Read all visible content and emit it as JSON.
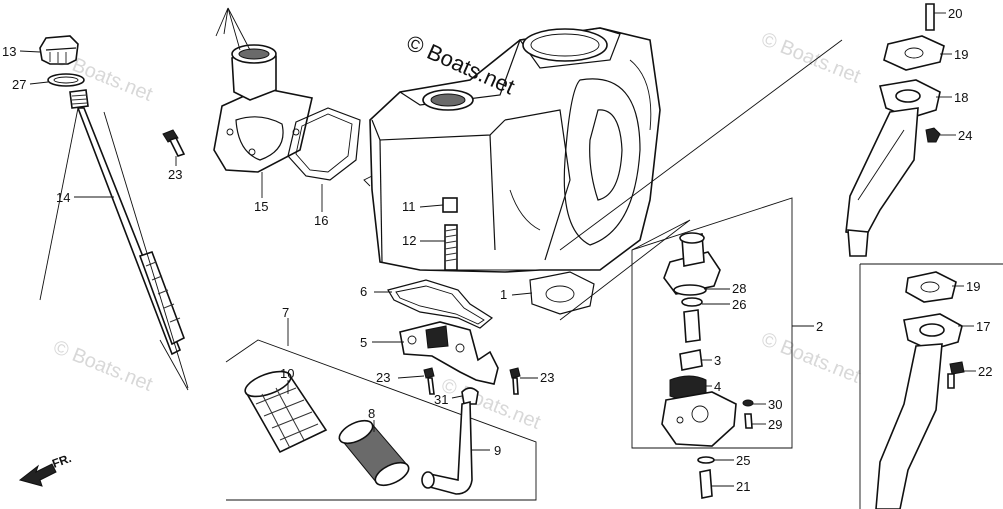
{
  "copyright": "© Boats.net",
  "watermark": "© Boats.net",
  "front_marker": "FR.",
  "labels": {
    "l13": "13",
    "l27": "27",
    "l14": "14",
    "l23a": "23",
    "l15": "15",
    "l16": "16",
    "l11": "11",
    "l12": "12",
    "l6": "6",
    "l1": "1",
    "l5": "5",
    "l7": "7",
    "l10": "10",
    "l8": "8",
    "l9": "9",
    "l23b": "23",
    "l31": "31",
    "l23c": "23",
    "l28": "28",
    "l26": "26",
    "l2": "2",
    "l3": "3",
    "l4": "4",
    "l30": "30",
    "l29": "29",
    "l25": "25",
    "l21": "21",
    "l20": "20",
    "l19a": "19",
    "l18": "18",
    "l24": "24",
    "l19b": "19",
    "l17": "17",
    "l22": "22"
  }
}
